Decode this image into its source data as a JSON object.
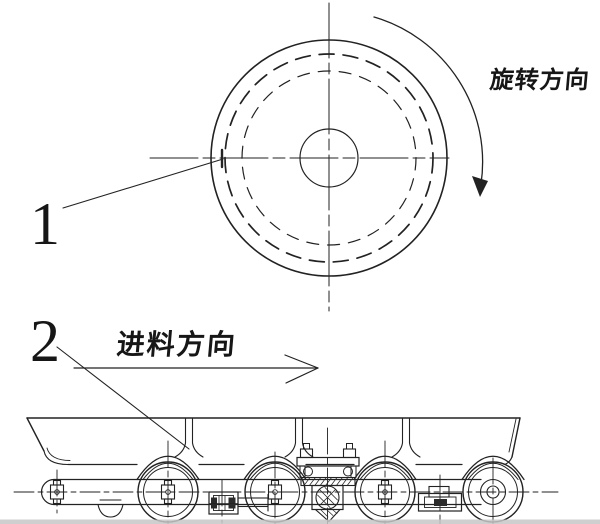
{
  "figure": {
    "type": "engineering-diagram",
    "views": {
      "front_view": {
        "part_label": "1",
        "annotation": "旋转方向"
      },
      "side_view": {
        "part_label": "2",
        "annotation": "进料方向"
      }
    },
    "colors": {
      "line": "#222222",
      "background": "#ffffff",
      "scan_strip": "#c7c7c7"
    }
  }
}
